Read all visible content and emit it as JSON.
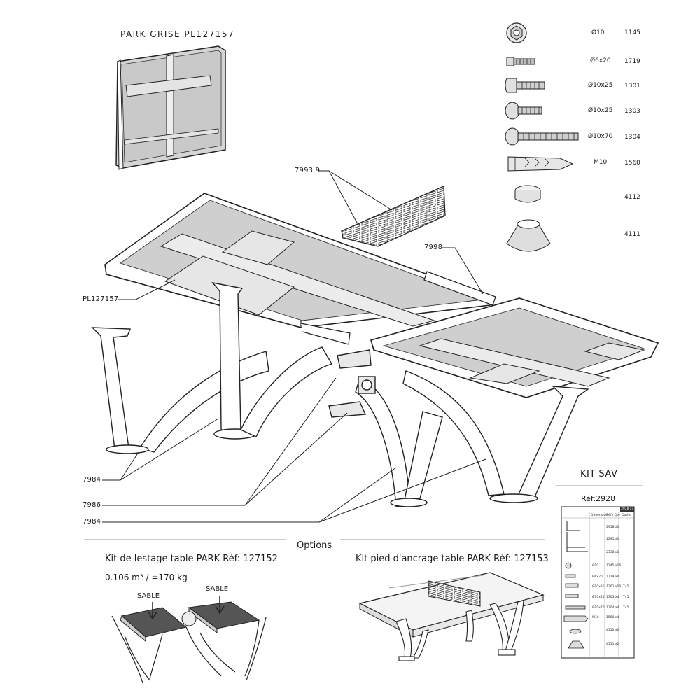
{
  "panel_title": "PARK  GRISE  PL127157",
  "callouts": {
    "net_part": "7993.9",
    "edge_part": "7998",
    "tabletop_part": "PL127157",
    "leg_a": "7984",
    "leg_b": "7986",
    "leg_c": "7984"
  },
  "hardware": [
    {
      "icon": "flange-nut-icon",
      "spec": "Ø10",
      "ref": "1145"
    },
    {
      "icon": "small-bolt-icon",
      "spec": "Ø6x20",
      "ref": "1719"
    },
    {
      "icon": "hex-bolt-icon",
      "spec": "Ø10x25",
      "ref": "1301"
    },
    {
      "icon": "round-bolt-icon",
      "spec": "Ø10x25",
      "ref": "1303"
    },
    {
      "icon": "long-bolt-icon",
      "spec": "Ø10x70",
      "ref": "1304"
    },
    {
      "icon": "wall-anchor-icon",
      "spec": "M10",
      "ref": "1560"
    },
    {
      "icon": "end-cap-icon",
      "spec": "",
      "ref": "4112"
    },
    {
      "icon": "cone-cap-icon",
      "spec": "",
      "ref": "4111"
    }
  ],
  "options": {
    "heading": "Options",
    "ballast_kit": "Kit de lestage table PARK Réf: 127152",
    "ballast_capacity": "0.106 m³ / ≐170 kg",
    "sand_label": "SABLE",
    "anchor_kit": "Kit pied d'ancrage table PARK Réf: 127153"
  },
  "kit_sav": {
    "title": "KIT SAV",
    "ref": "Réf:2928",
    "tag": "2928 x1",
    "col_dim": "Dimension",
    "col_qty": "Réf / Qté",
    "col_key": "Outils",
    "rows": [
      {
        "dim": "",
        "qty": "2958 x1"
      },
      {
        "dim": "",
        "qty": "1291 x1"
      },
      {
        "dim": "",
        "qty": "2338 x1"
      },
      {
        "dim": "Ø10",
        "qty": "1145 x16"
      },
      {
        "dim": "Ø6x20",
        "qty": "1719 x4"
      },
      {
        "dim": "Ø10x25",
        "qty": "1301 x16"
      },
      {
        "dim": "Ø10x25",
        "qty": "1303 x4"
      },
      {
        "dim": "Ø10x70",
        "qty": "1304 x4"
      },
      {
        "dim": "M10",
        "qty": "1560 x4"
      },
      {
        "dim": "",
        "qty": "4112 x2"
      },
      {
        "dim": "",
        "qty": "4111 x2"
      }
    ],
    "tools": [
      "",
      "",
      "",
      "",
      "",
      "T45",
      "T45",
      "T45",
      "",
      "",
      ""
    ]
  }
}
